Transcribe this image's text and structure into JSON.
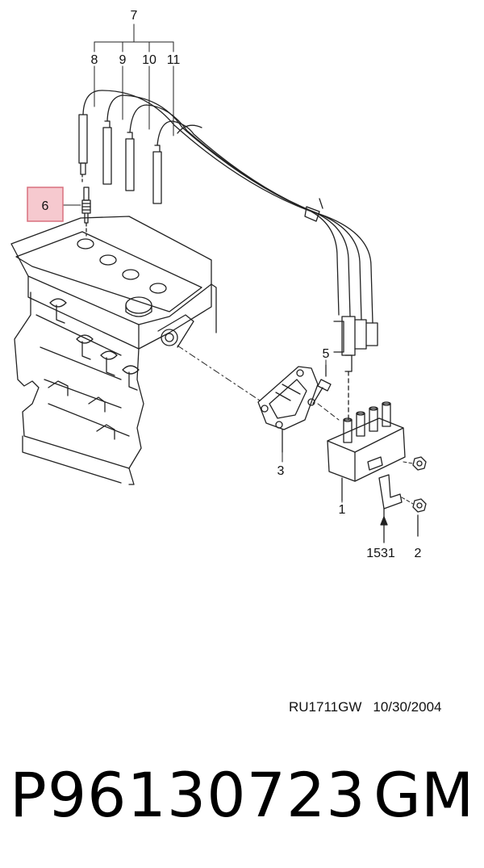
{
  "callouts": {
    "c7": "7",
    "c8": "8",
    "c9": "9",
    "c10": "10",
    "c11": "11",
    "c6": "6",
    "c5": "5",
    "c3": "3",
    "c1": "1",
    "c1531": "1531",
    "c2": "2"
  },
  "footer": {
    "ref_code": "RU1711GW",
    "ref_date": "10/30/2004",
    "part_number": "P96130723",
    "brand": "GM"
  },
  "colors": {
    "line": "#222222",
    "highlight_fill": "#f6c9cf",
    "highlight_stroke": "#d9707e"
  }
}
